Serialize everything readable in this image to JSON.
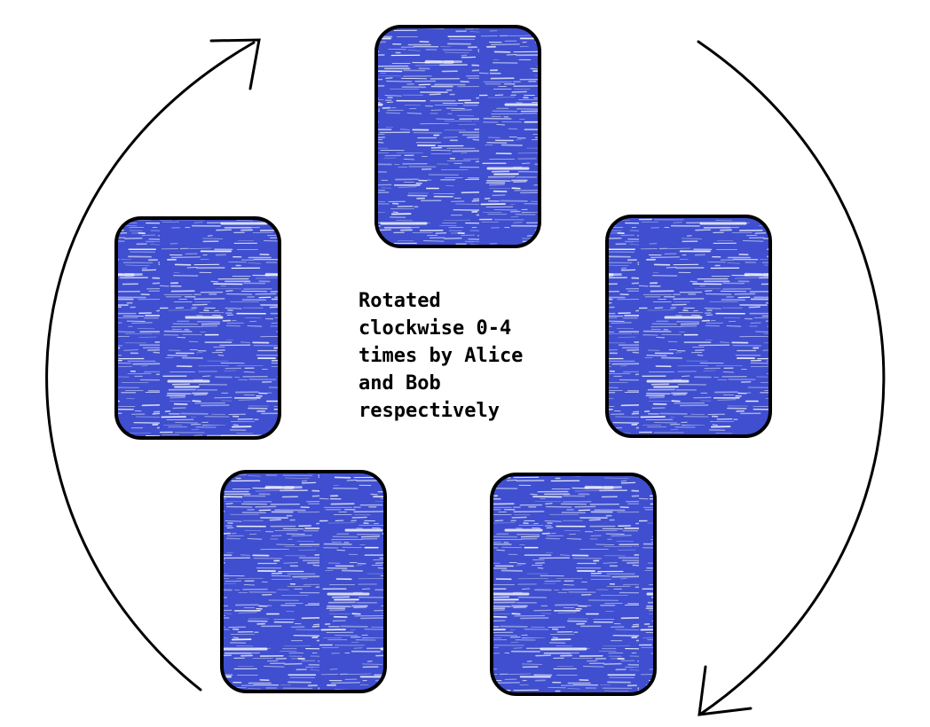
{
  "colors": {
    "card_fill": "#3f4fcf",
    "card_texture": "#ffffff",
    "card_border": "#000000",
    "arrow": "#000000",
    "text": "#000000"
  },
  "cards": [
    {
      "name": "card-top"
    },
    {
      "name": "card-left"
    },
    {
      "name": "card-right"
    },
    {
      "name": "card-bottom-left"
    },
    {
      "name": "card-bottom-right"
    }
  ],
  "arrows": [
    {
      "name": "left-arc-arrow",
      "direction": "clockwise"
    },
    {
      "name": "right-arc-arrow",
      "direction": "clockwise"
    }
  ],
  "label": {
    "lines": [
      "Rotated",
      "clockwise 0-4",
      "times by Alice",
      "and Bob",
      "respectively"
    ]
  }
}
